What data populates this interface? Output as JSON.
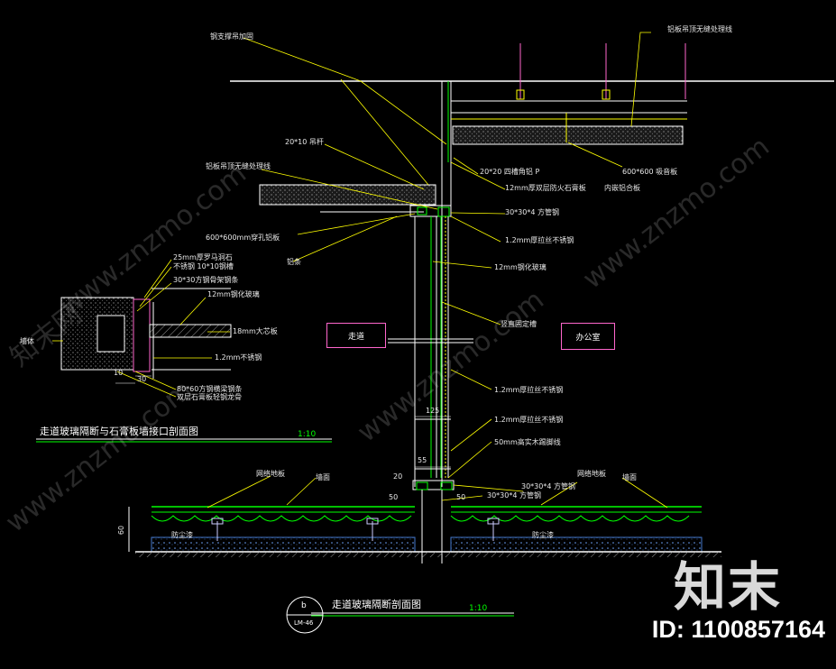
{
  "labels": {
    "top_left_hook": "钢支撑吊加固",
    "top_right_ceiling": "铝板吊顶无缝处理线",
    "left_ceiling": "铝板吊顶无缝处理线",
    "tube20x10": "20*10 吊杆",
    "tube20x20": "20*20 四槽角铝 P",
    "fire_board": "12mm厚双层防火石膏板",
    "ceiling_600": "600*600 吸音板",
    "inner_rim": "内嵌铝合板",
    "ceiling_600_left": "600*600mm穿孔铝板",
    "steel_30": "30*30*4 方管钢",
    "ss_1_2": "1.2mm厚拉丝不锈钢",
    "tempered_12": "12mm钢化玻璃",
    "vertical_frame": "竖直固定槽",
    "ss_mid": "1.2mm厚拉丝不锈钢",
    "ss_low": "1.2mm厚拉丝不锈钢",
    "glue_50": "50mm高实木踢脚线",
    "steel_30_low": "30*30*4 方管钢",
    "steel_30_low2": "30*30*4 方管钢",
    "ceiling_edge": "铝条",
    "floor_left": "网络地板",
    "wall_left": "墙面",
    "floor_right": "网络地板",
    "wall_right": "墙面",
    "dust_left": "防尘漆",
    "dust_right": "防尘漆",
    "corridor": "走道",
    "office": "办公室",
    "dim_125": "125",
    "dim_55": "55",
    "dim_20": "20",
    "dim_50": "50",
    "dim_50b": "50",
    "dim_60": "60",
    "d_stone": "25mm厚罗马洞石",
    "d_ss": "不锈钢  10*10钢槽",
    "d_steel": "30*30方钢骨架钢条",
    "d_glass": "12mm钢化玻璃",
    "d_board": "18mm大芯板",
    "d_ss2": "1.2mm不锈钢",
    "d_steel2": "80*60方钢横梁钢条",
    "d_gypsum": "双层石膏板轻钢龙骨",
    "d_wall": "墙体",
    "d_10": "10",
    "d_30": "30"
  },
  "detail_title": "走道玻璃隔断与石膏板墙接口剖面图",
  "detail_scale": "1:10",
  "main_title": "走道玻璃隔断剖面图",
  "main_scale": "1:10",
  "section_letter": "b",
  "section_ref": "LM-46",
  "watermark": {
    "logo": "知末",
    "id": "ID: 1100857164",
    "diag": "www.znzmo.com",
    "diag2": "知末网"
  }
}
